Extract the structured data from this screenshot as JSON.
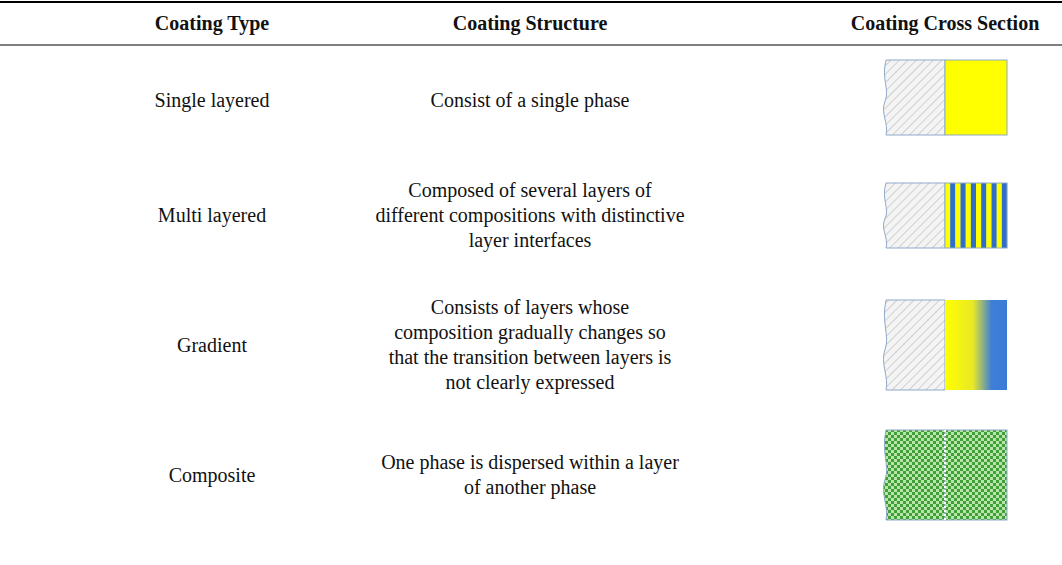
{
  "diagram": {
    "labels": [
      "Coating Type",
      "Coating Structure",
      "Coating Cross Section",
      "Single layered",
      "Consist of a single phase",
      "Multi layered",
      "Composed of several layers of different compositions with distinctive layer interfaces",
      "Gradient",
      "Consists of layers whose composition gradually changes so that the transition between layers is not clearly expressed",
      "Composite",
      "One phase is dispersed within a layer of another phase"
    ]
  }
}
